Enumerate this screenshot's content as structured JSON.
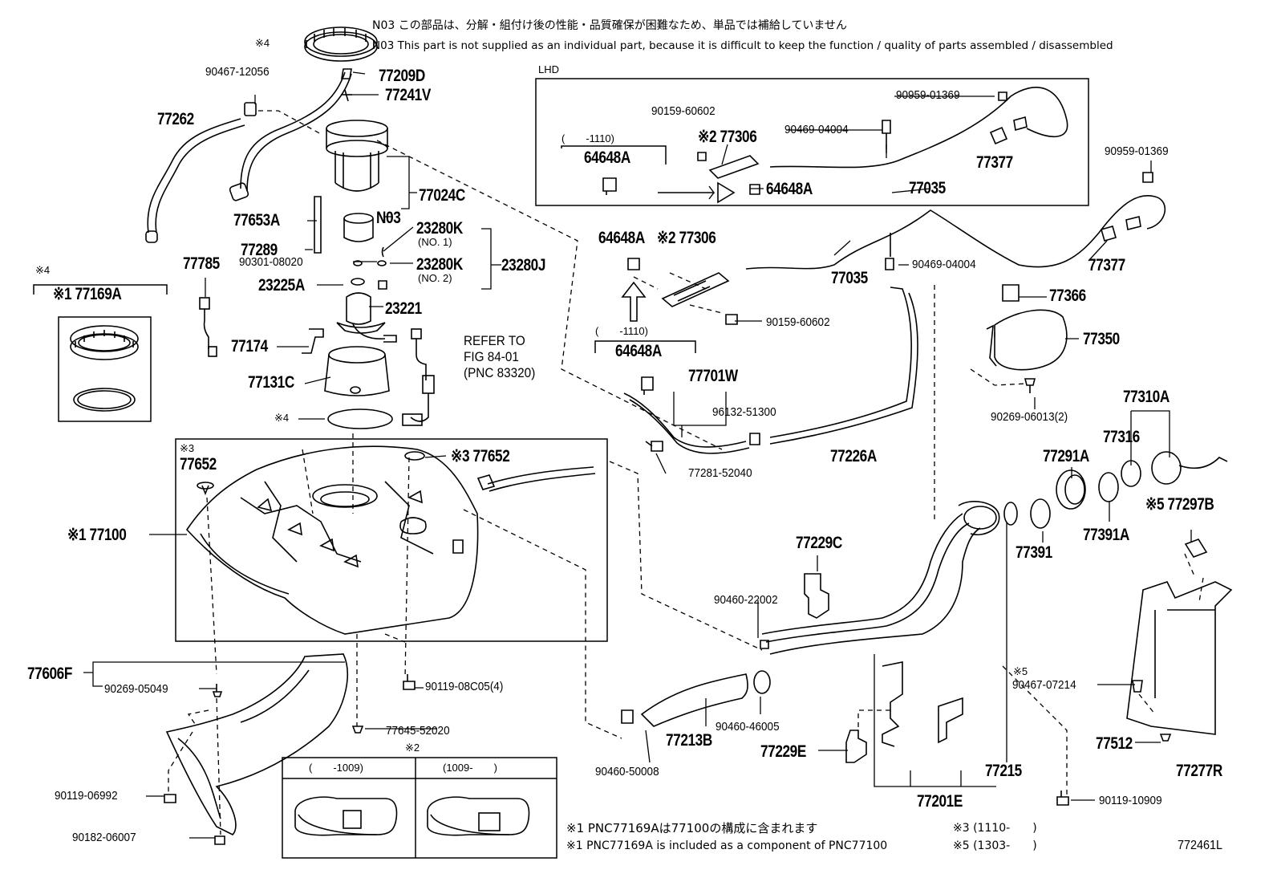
{
  "notes": {
    "n03_jp": "N03 この部品は、分解・組付け後の性能・品質確保が困難なため、単品では補給していません",
    "n03_en": "N03 This part is not supplied as an individual part, because it is difficult to keep the function / quality of parts assembled / disassembled",
    "lhd": "LHD",
    "refer_1": "REFER TO",
    "refer_2": "FIG 84-01",
    "refer_3": "(PNC 83320)",
    "foot_jp": "※1 PNC77169Aは77100の構成に含まれます",
    "foot_en": "※1 PNC77169A is included as a component of PNC77100",
    "foot_3": "※3 (1110-　　)",
    "foot_5": "※5 (1303-　　)",
    "fig_id": "772461L",
    "date_l": "(　　-1009)",
    "date_r": "(1009-　　)",
    "mark2": "※2",
    "mark4": "※4",
    "mark3": "※3",
    "mark5": "※5"
  },
  "labels": {
    "p77209D": "77209D",
    "p77241V": "77241V",
    "p90467_12056": "90467-12056",
    "p77262": "77262",
    "p77024C": "77024C",
    "p77653A": "77653A",
    "pN03": "N03",
    "p23280K_1": "23280K",
    "no1": "(NO. 1)",
    "p23280K_2": "23280K",
    "no2": "(NO. 2)",
    "p23280J": "23280J",
    "p77289": "77289",
    "p90301": "90301-08020",
    "p23225A": "23225A",
    "p23221": "23221",
    "p77785": "77785",
    "p77174": "77174",
    "p77131C": "77131C",
    "x4a": "※4",
    "x4b": "※4",
    "x4c": "※4",
    "p77169A": "※1 77169A",
    "p77652a": "77652",
    "p77652b": "※3 77652",
    "x3a": "※3",
    "p77100": "※1 77100",
    "p77606F": "77606F",
    "p90269_05049": "90269-05049",
    "p90119_08C05": "90119-08C05(4)",
    "p77645": "77645-52020",
    "p90119_06992": "90119-06992",
    "p90182": "90182-06007",
    "p90159_a": "90159-60602",
    "p77306_a": "※2 77306",
    "p90469_a": "90469-04004",
    "p90959_a": "90959-01369",
    "p1110_a": "(　　-1110)",
    "p64648A_a": "64648A",
    "p64648A_b": "64648A",
    "p77377_a": "77377",
    "p77035_a": "77035",
    "p90959_b": "90959-01369",
    "p64648A_c": "64648A",
    "p77306_b": "※2 77306",
    "p90469_b": "90469-04004",
    "p77035_b": "77035",
    "p77377_b": "77377",
    "p90159_b": "90159-60602",
    "p1110_b": "(　　-1110)",
    "p64648A_d": "64648A",
    "p77701W": "77701W",
    "p96132": "96132-51300",
    "p77226A": "77226A",
    "p77281": "77281-52040",
    "p77366": "77366",
    "p77350": "77350",
    "p90269_06013": "90269-06013(2)",
    "p77310A": "77310A",
    "p77316": "77316",
    "p77291A": "77291A",
    "p77391": "77391",
    "p77391A": "77391A",
    "p77297B": "※5 77297B",
    "p77229C": "77229C",
    "p90460_22002": "90460-22002",
    "p90460_46005": "90460-46005",
    "p77213B": "77213B",
    "p90460_50008": "90460-50008",
    "p77229E": "77229E",
    "p77215": "77215",
    "p77201E": "77201E",
    "p90119_10909": "90119-10909",
    "x5": "※5",
    "p90467_07214": "90467-07214",
    "p77512": "77512",
    "p77277R": "77277R"
  }
}
